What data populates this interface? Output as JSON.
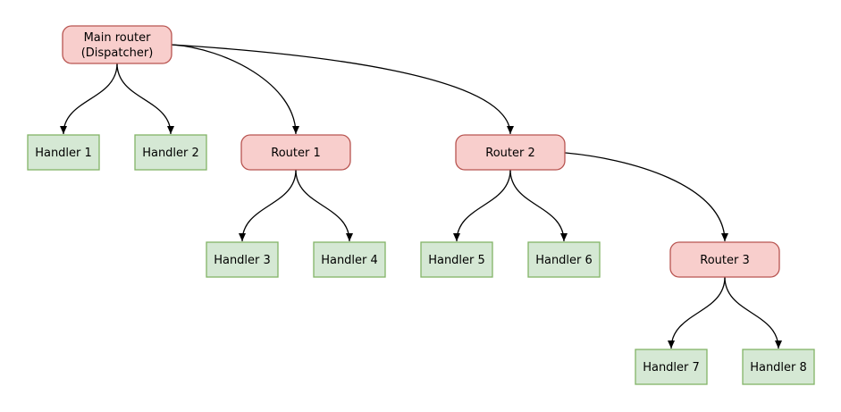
{
  "diagram": {
    "kind": "routing-tree",
    "nodes": {
      "main": {
        "line1": "Main router",
        "line2": "(Dispatcher)",
        "type": "router"
      },
      "router1": {
        "label": "Router 1",
        "type": "router"
      },
      "router2": {
        "label": "Router 2",
        "type": "router"
      },
      "router3": {
        "label": "Router 3",
        "type": "router"
      },
      "handler1": {
        "label": "Handler 1",
        "type": "handler"
      },
      "handler2": {
        "label": "Handler 2",
        "type": "handler"
      },
      "handler3": {
        "label": "Handler 3",
        "type": "handler"
      },
      "handler4": {
        "label": "Handler 4",
        "type": "handler"
      },
      "handler5": {
        "label": "Handler 5",
        "type": "handler"
      },
      "handler6": {
        "label": "Handler 6",
        "type": "handler"
      },
      "handler7": {
        "label": "Handler 7",
        "type": "handler"
      },
      "handler8": {
        "label": "Handler 8",
        "type": "handler"
      }
    },
    "edges": [
      {
        "from": "main",
        "to": "handler1"
      },
      {
        "from": "main",
        "to": "handler2"
      },
      {
        "from": "main",
        "to": "router1"
      },
      {
        "from": "main",
        "to": "router2"
      },
      {
        "from": "router1",
        "to": "handler3"
      },
      {
        "from": "router1",
        "to": "handler4"
      },
      {
        "from": "router2",
        "to": "handler5"
      },
      {
        "from": "router2",
        "to": "handler6"
      },
      {
        "from": "router2",
        "to": "router3"
      },
      {
        "from": "router3",
        "to": "handler7"
      },
      {
        "from": "router3",
        "to": "handler8"
      }
    ]
  },
  "colors": {
    "background": "#ffffff",
    "router_fill": "#f8cecc",
    "router_stroke": "#b85450",
    "handler_fill": "#d5e8d4",
    "handler_stroke": "#82b366",
    "edge_color": "#000000",
    "text_color": "#000000"
  }
}
